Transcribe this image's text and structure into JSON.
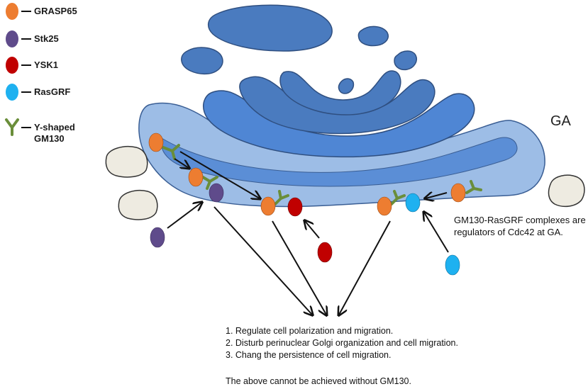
{
  "legend": {
    "items": [
      {
        "label": "GRASP65",
        "color": "#ED7D31"
      },
      {
        "label": "Stk25",
        "color": "#5F4B8B"
      },
      {
        "label": "YSK1",
        "color": "#C00000"
      },
      {
        "label": "RasGRF",
        "color": "#1EB1F0"
      },
      {
        "label": "Y-shaped\nGM130",
        "color": "#6A8E3A"
      }
    ]
  },
  "ga_label": "GA",
  "note": "GM130-RasGRF complexes are regulators of Cdc42 at GA.",
  "outcomes": [
    "1. Regulate cell polarization and migration.",
    "2. Disturb perinuclear Golgi organization and cell migration.",
    "3. Chang the persistence of cell migration."
  ],
  "conclusion": "The above cannot be achieved without GM130.",
  "colors": {
    "golgi_light": "#9DBDE6",
    "golgi_mid": "#5B8ED6",
    "golgi_dark": "#4A7BBF",
    "vesicle": "#EEEBE1",
    "arrow": "#111111"
  }
}
